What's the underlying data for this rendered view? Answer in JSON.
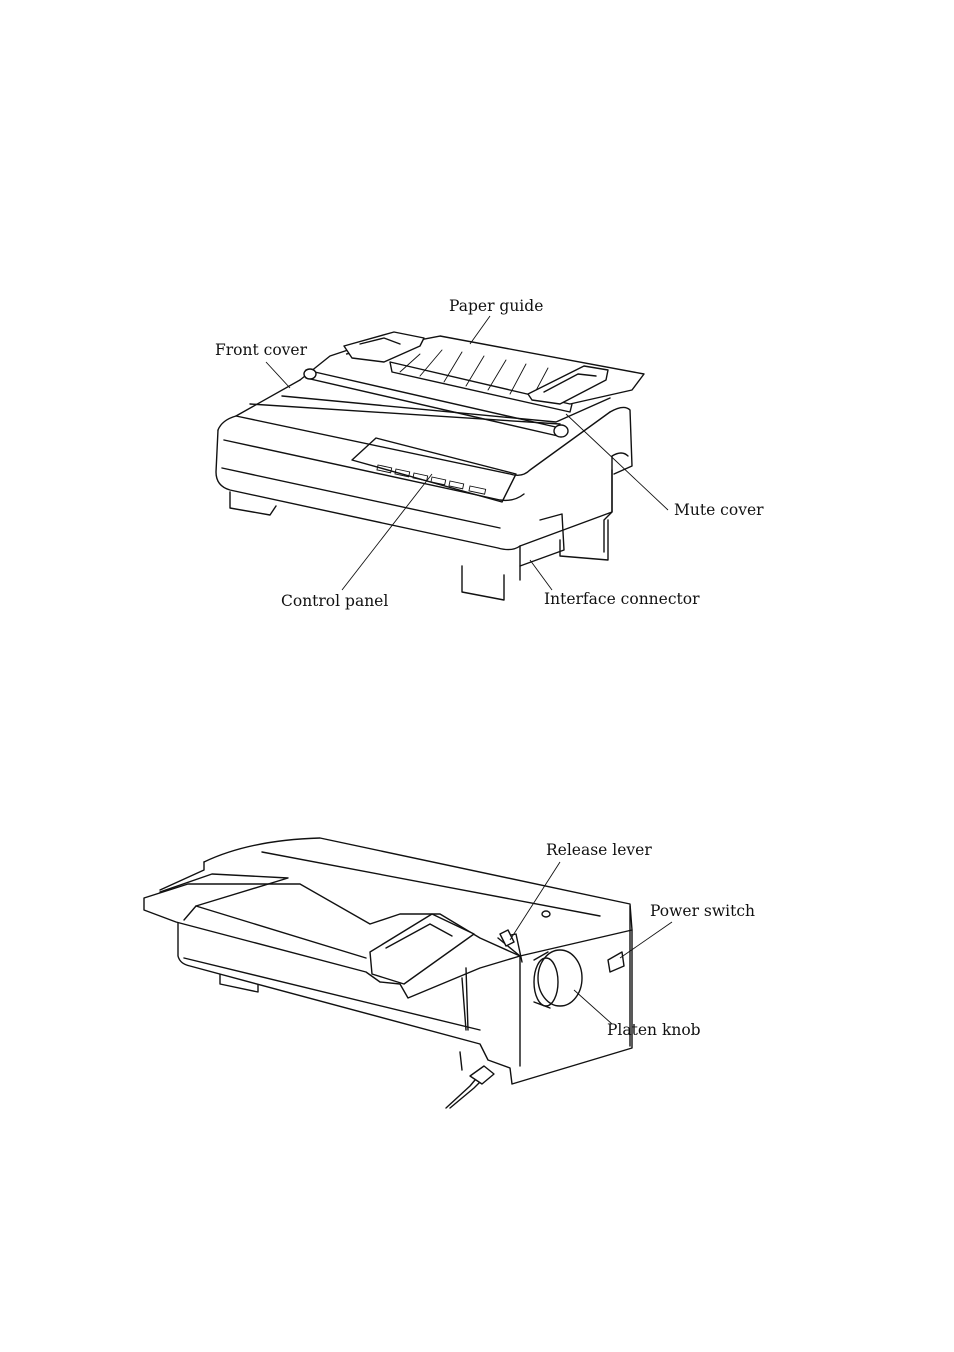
{
  "figures": [
    {
      "id": "front-view",
      "labels": {
        "paper_guide": "Paper guide",
        "front_cover": "Front cover",
        "mute_cover": "Mute cover",
        "control_panel": "Control panel",
        "interface_connector": "Interface connector"
      }
    },
    {
      "id": "rear-view",
      "labels": {
        "release_lever": "Release lever",
        "power_switch": "Power switch",
        "platen_knob": "Platen knob"
      }
    }
  ],
  "colors": {
    "line": "#111111",
    "background": "#ffffff"
  }
}
